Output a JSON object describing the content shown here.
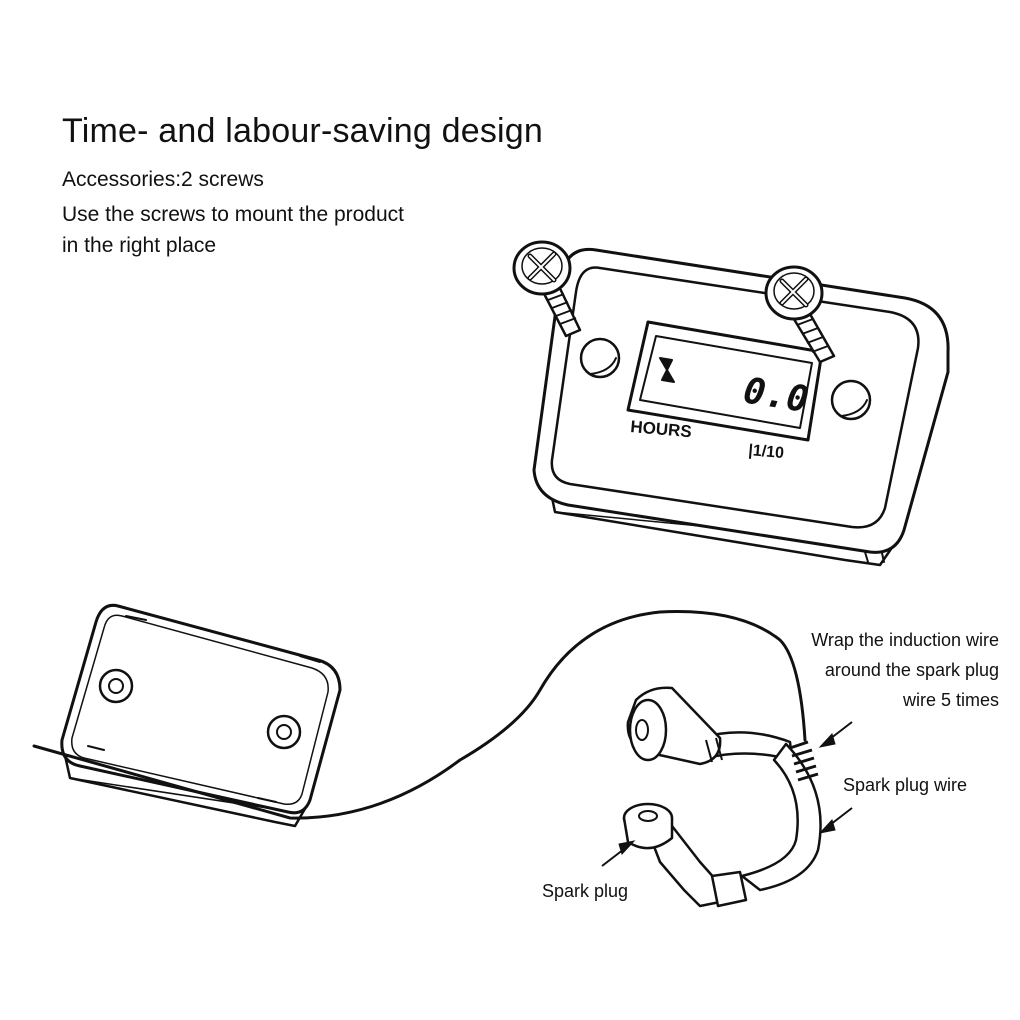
{
  "heading": {
    "title": "Time- and labour-saving design",
    "accessories": "Accessories:2 screws",
    "usage_line1": "Use the screws to mount the product",
    "usage_line2": "in the right place"
  },
  "meter": {
    "display_value": "0.0",
    "hours_label": "HOURS",
    "scale_label": "|1/10"
  },
  "callouts": {
    "wrap_line1": "Wrap the induction wire",
    "wrap_line2": "around the spark plug",
    "wrap_line3": "wire 5 times",
    "spark_plug_wire": "Spark plug wire",
    "spark_plug": "Spark plug"
  },
  "colors": {
    "ink": "#111111",
    "background": "#ffffff"
  }
}
